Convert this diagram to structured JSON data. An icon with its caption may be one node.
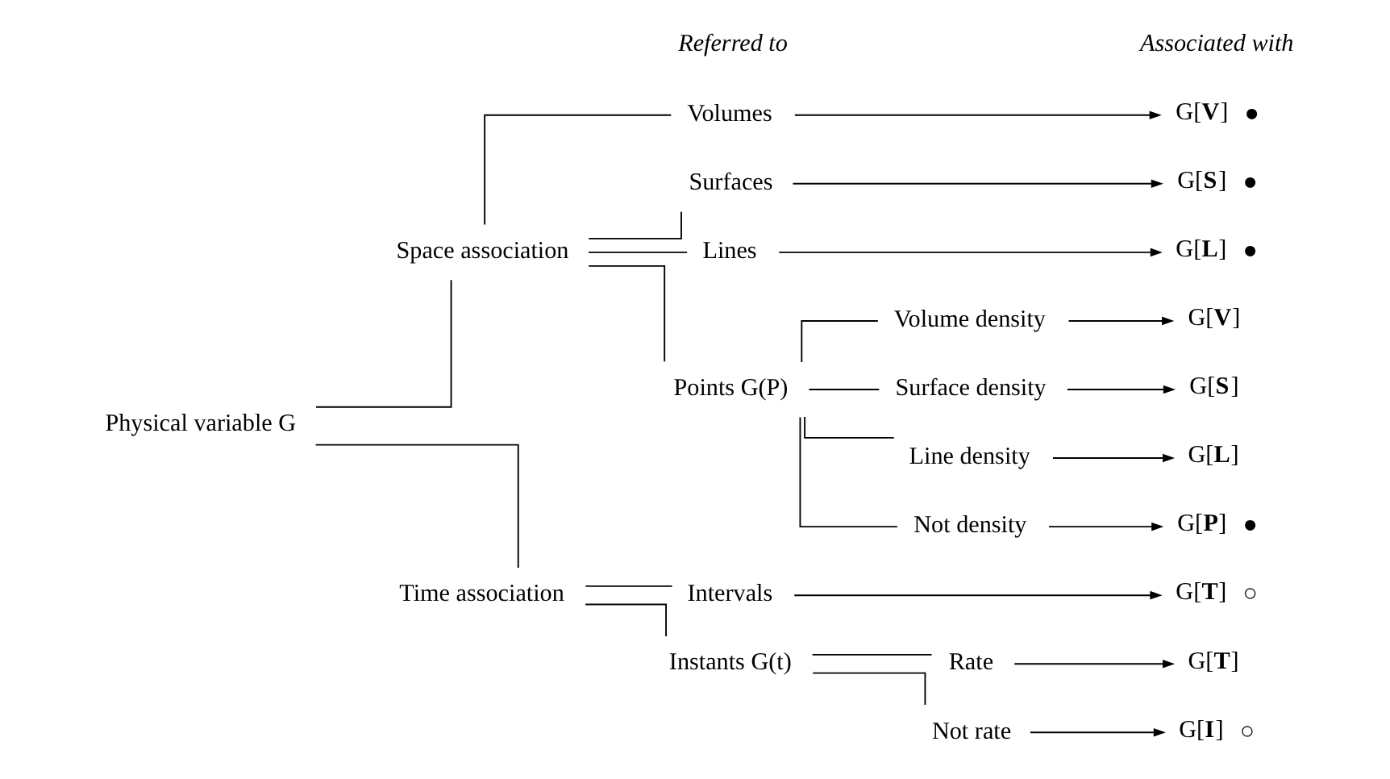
{
  "diagram": {
    "nodes": [
      {
        "text": [
          "Physical variable G"
        ]
      },
      {
        "text": [
          "Space association"
        ]
      },
      {
        "text": [
          "Time association"
        ]
      },
      {
        "text": [
          "Volumes"
        ]
      },
      {
        "text": [
          "Surfaces"
        ]
      },
      {
        "text": [
          "Lines"
        ]
      },
      {
        "text": [
          "Points G(P)"
        ]
      },
      {
        "text": [
          "Volume density"
        ]
      },
      {
        "text": [
          "Surface density"
        ]
      },
      {
        "text": [
          "Line density"
        ]
      },
      {
        "text": [
          "Not density"
        ]
      },
      {
        "text": [
          "Intervals"
        ]
      },
      {
        "text": [
          "Instants G(t)"
        ]
      },
      {
        "text": [
          "Rate"
        ]
      },
      {
        "text": [
          "Not rate"
        ]
      },
      {
        "text": [
          "G[**V**]"
        ],
        "beside": [
          "●"
        ]
      },
      {
        "text": [
          "G[**S**]"
        ],
        "beside": [
          "●"
        ]
      },
      {
        "text": [
          "G[**L**]"
        ],
        "beside": [
          "●"
        ]
      },
      {
        "text": [
          "G[**V**]"
        ]
      },
      {
        "text": [
          "G[**S**]"
        ]
      },
      {
        "text": [
          "G[**L**]"
        ]
      },
      {
        "text": [
          "G[**P**]"
        ],
        "beside": [
          "●"
        ]
      },
      {
        "text": [
          "G[**T**]"
        ],
        "beside": [
          "○"
        ]
      },
      {
        "text": [
          "G[**T**]"
        ]
      },
      {
        "text": [
          "G[**I**]"
        ],
        "beside": [
          "○"
        ]
      }
    ],
    "edges": [
      {
        "from": 0,
        "to": 1,
        "arrow": "none"
      },
      {
        "from": 0,
        "to": 2,
        "arrow": "none"
      },
      {
        "from": 1,
        "to": 3,
        "arrow": "none"
      },
      {
        "from": 1,
        "to": 4,
        "arrow": "none"
      },
      {
        "from": 1,
        "to": 5,
        "arrow": "none"
      },
      {
        "from": 1,
        "to": 6,
        "arrow": "none"
      },
      {
        "from": 6,
        "to": 7,
        "arrow": "none"
      },
      {
        "from": 6,
        "to": 8,
        "arrow": "none"
      },
      {
        "from": 6,
        "to": 9,
        "arrow": "none"
      },
      {
        "from": 6,
        "to": 10,
        "arrow": "none"
      },
      {
        "from": 2,
        "to": 11,
        "arrow": "none"
      },
      {
        "from": 2,
        "to": 12,
        "arrow": "none"
      },
      {
        "from": 12,
        "to": 13,
        "arrow": "none"
      },
      {
        "from": 12,
        "to": 14,
        "arrow": "none"
      },
      {
        "from": 3,
        "to": 15,
        "arrow": "to"
      },
      {
        "from": 4,
        "to": 16,
        "arrow": "to"
      },
      {
        "from": 5,
        "to": 17,
        "arrow": "to"
      },
      {
        "from": 7,
        "to": 18,
        "arrow": "to"
      },
      {
        "from": 8,
        "to": 19,
        "arrow": "to"
      },
      {
        "from": 9,
        "to": 20,
        "arrow": "to"
      },
      {
        "from": 10,
        "to": 21,
        "arrow": "to"
      },
      {
        "from": 11,
        "to": 22,
        "arrow": "to"
      },
      {
        "from": 13,
        "to": 23,
        "arrow": "to"
      },
      {
        "from": 14,
        "to": 24,
        "arrow": "to"
      }
    ],
    "labels": [
      "Referred to",
      "Associated with"
    ]
  }
}
